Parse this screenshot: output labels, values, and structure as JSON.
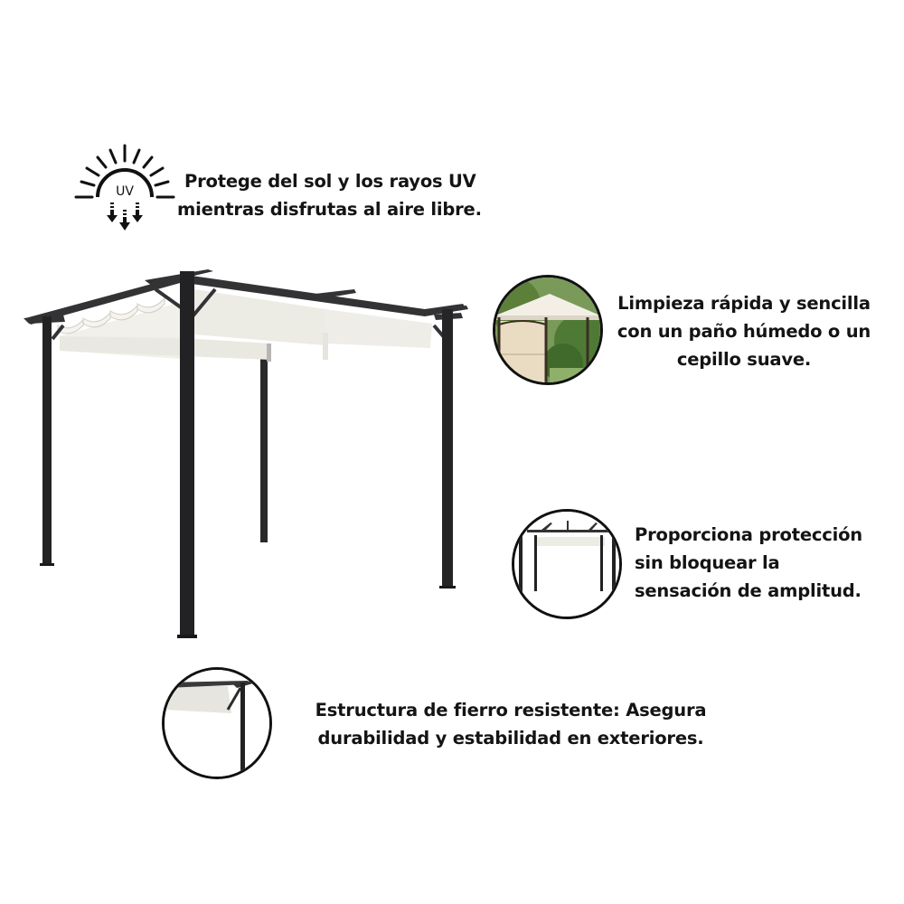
{
  "features": [
    {
      "id": "uv",
      "icon": "uv-sun-icon",
      "icon_label": "UV",
      "lines": [
        "Protege del sol y los rayos UV",
        "mientras disfrutas al aire libre."
      ]
    },
    {
      "id": "cleaning",
      "icon": "gazebo-garden-photo",
      "lines": [
        "Limpieza rápida y sencilla",
        "con un paño húmedo o un",
        "cepillo suave."
      ]
    },
    {
      "id": "space",
      "icon": "pergola-front-view-photo",
      "lines": [
        "Proporciona protección",
        "sin bloquear la",
        "sensación de amplitud."
      ]
    },
    {
      "id": "structure",
      "icon": "pergola-corner-detail-photo",
      "lines": [
        "Estructura de fierro resistente: Asegura",
        "durabilidad y estabilidad en exteriores."
      ]
    }
  ],
  "product": {
    "name": "pergola-retractable-canopy",
    "frame_color": "#2b2b2b",
    "canopy_color": "#efeee8"
  }
}
